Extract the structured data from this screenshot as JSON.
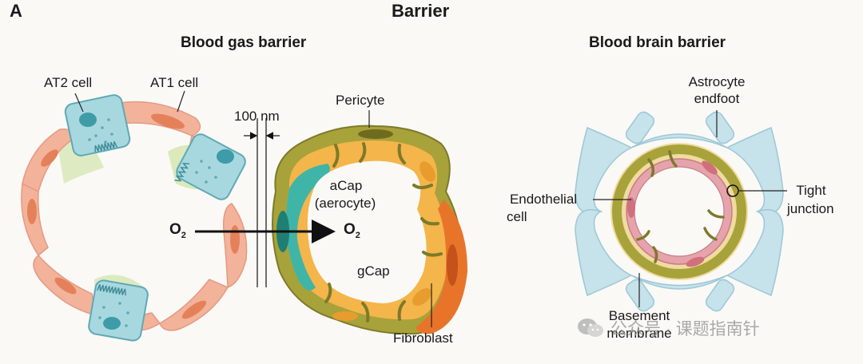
{
  "panel_letter": "A",
  "main_title": "Barrier",
  "left": {
    "title": "Blood gas barrier",
    "labels": {
      "at2": "AT2 cell",
      "at1": "AT1 cell",
      "distance": "100 nm",
      "pericyte": "Pericyte",
      "acap_line1": "aCap",
      "acap_line2": "(aerocyte)",
      "gcap": "gCap",
      "fibroblast": "Fibroblast",
      "o2_left": "O",
      "o2_right": "O",
      "o2_sub": "2"
    }
  },
  "right": {
    "title": "Blood brain barrier",
    "labels": {
      "astro_line1": "Astrocyte",
      "astro_line2": "endfoot",
      "endo_line1": "Endothelial",
      "endo_line2": "cell",
      "tight_line1": "Tight",
      "tight_line2": "junction",
      "base_line1": "Basement",
      "base_line2": "membrane"
    }
  },
  "watermark": "公众号 · 课题指南针",
  "colors": {
    "at1": "#f2b39a",
    "at2": "#a8d8df",
    "green_interstitium": "#d7e7b5",
    "aerocyte": "#3fb5a8",
    "gcap": "#f4b54a",
    "pericyte": "#a8a23a",
    "fibroblast": "#e8742a",
    "astrocyte": "#c6e2ea",
    "endothelium": "#e6a3ac"
  }
}
